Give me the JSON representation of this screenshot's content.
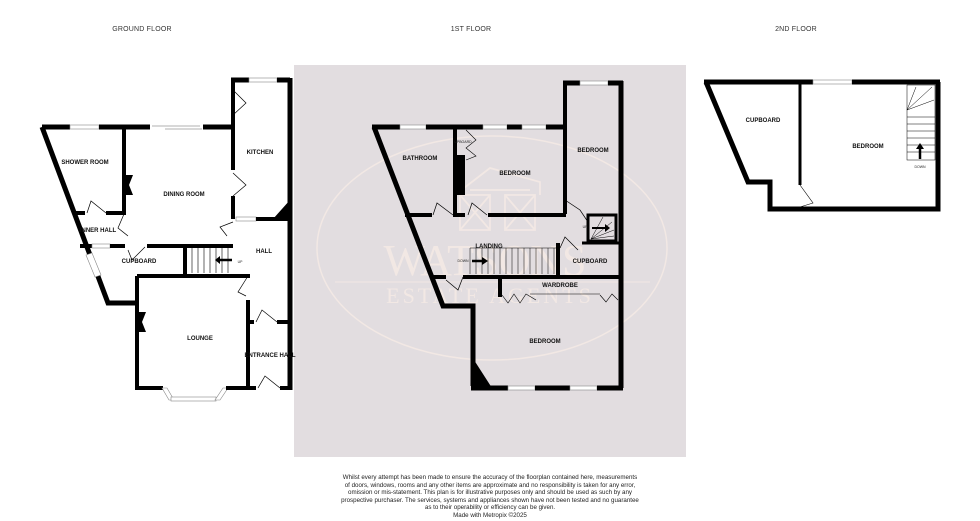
{
  "floors": [
    {
      "title": "GROUND FLOOR",
      "rooms": [
        "SHOWER ROOM",
        "DINING ROOM",
        "KITCHEN",
        "INNER HALL",
        "HALL",
        "CUPBOARD",
        "LOUNGE",
        "ENTRANCE HALL"
      ],
      "stair_label": "UP"
    },
    {
      "title": "1ST FLOOR",
      "rooms": [
        "BATHROOM",
        "BEDROOM",
        "BEDROOM",
        "LANDING",
        "CUPBOARD",
        "WARDROBE",
        "BEDROOM"
      ],
      "small_label": "UPBOARD",
      "stair_label_down": "DOWN",
      "stair_label_up": "UP"
    },
    {
      "title": "2ND FLOOR",
      "rooms": [
        "CUPBOARD",
        "BEDROOM"
      ],
      "stair_label": "DOWN"
    }
  ],
  "watermark": {
    "brand": "WATSONS",
    "subtitle": "ESTATE AGENTS"
  },
  "colors": {
    "wall": "#000000",
    "panel_background": "#e2dde0",
    "watermark": "#f2e8e4",
    "page_background": "#ffffff"
  },
  "disclaimer": {
    "lines": [
      "Whilst every attempt has been made to ensure the accuracy of the floorplan contained here, measurements",
      "of doors, windows, rooms and any other items are approximate and no responsibility is taken for any error,",
      "omission or mis-statement. This plan is for illustrative purposes only and should be used as such by any",
      "prospective purchaser. The services, systems and appliances shown have not been tested and no guarantee",
      "as to their operability or efficiency can be given."
    ],
    "credit": "Made with Metropix ©2025"
  }
}
